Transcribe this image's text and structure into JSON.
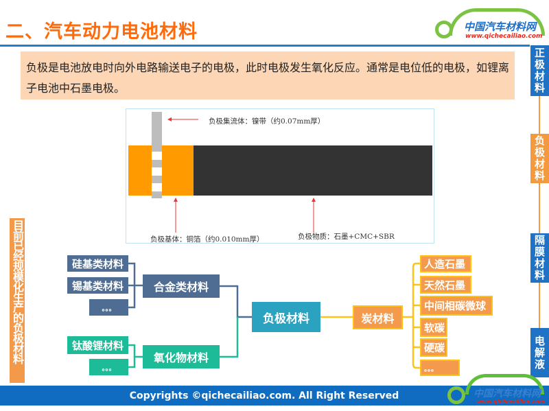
{
  "header": {
    "title": "二、汽车动力电池材料"
  },
  "logo": {
    "name": "中国汽车材料网",
    "url": "www.qichecailiao.com"
  },
  "intro": {
    "text": "负极是电池放电时向外电路输送电子的电极，此时电极发生氧化反应。通常是电位低的电极，如锂离子电池中石墨电极。"
  },
  "side_tabs": [
    {
      "label": "正极材料",
      "active": false
    },
    {
      "label": "负极材料",
      "active": true
    },
    {
      "label": "隔膜材料",
      "active": false
    },
    {
      "label": "电解液",
      "active": false
    }
  ],
  "diagram": {
    "collector": "负极集流体：镍带（约0.07mm厚）",
    "substrate": "负极基体：铜箔（约0.010mm厚）",
    "material": "负极物质：石墨+CMC+SBR"
  },
  "left_label": "目前已经规模化生产的负极材料",
  "mindmap": {
    "center": "负极材料",
    "alloy": {
      "label": "合金类材料",
      "children": [
        "硅基类材料",
        "锡基类材料",
        "。。。"
      ]
    },
    "oxide": {
      "label": "氧化物材料",
      "children": [
        "钛酸锂材料",
        "。。。"
      ]
    },
    "carbon": {
      "label": "炭材料",
      "children": [
        "人造石墨",
        "天然石墨",
        "中间相碳微球",
        "软碳",
        "硬碳",
        "。。。"
      ]
    }
  },
  "footer": {
    "copyright": "Copyrights ©qichecailiao.com. All Right Reserved"
  },
  "colors": {
    "title": "#ff6a0a",
    "blue": "#1f72c4",
    "orange": "#f39a3e",
    "slate": "#4f6d93",
    "teal": "#1dbb98",
    "center": "#2aa2c0"
  }
}
